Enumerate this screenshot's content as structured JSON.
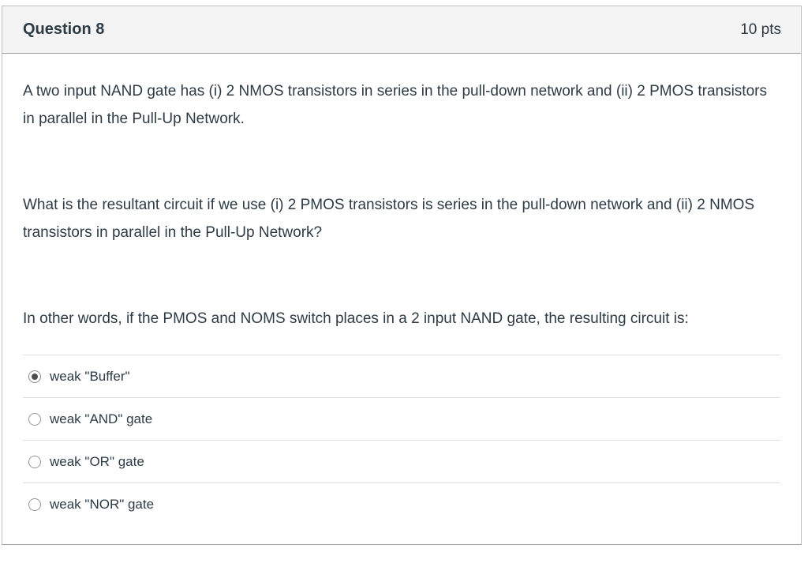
{
  "question": {
    "title": "Question 8",
    "points": "10 pts",
    "paragraphs": [
      "A two input NAND gate has (i) 2 NMOS transistors in series in the pull-down network and (ii) 2 PMOS transistors in parallel in the Pull-Up Network.",
      "What is the resultant circuit if we use (i) 2 PMOS transistors is series in the pull-down network and (ii) 2 NMOS transistors in parallel in the Pull-Up Network?",
      "In other words, if the PMOS and NOMS switch places in a 2 input NAND gate, the resulting circuit is:"
    ],
    "options": [
      {
        "label": "weak \"Buffer\"",
        "selected": true
      },
      {
        "label": "weak \"AND\" gate",
        "selected": false
      },
      {
        "label": "weak \"OR\" gate",
        "selected": false
      },
      {
        "label": "weak \"NOR\" gate",
        "selected": false
      }
    ]
  },
  "colors": {
    "header_bg": "#f4f4f4",
    "border": "#bdbdbd",
    "border_strong": "#a2a2a2",
    "divider": "#dfdfdf",
    "text": "#2d3b45",
    "radio_border": "#969696",
    "radio_border_selected": "#8a8a8a",
    "radio_dot": "#4f4f4f"
  }
}
